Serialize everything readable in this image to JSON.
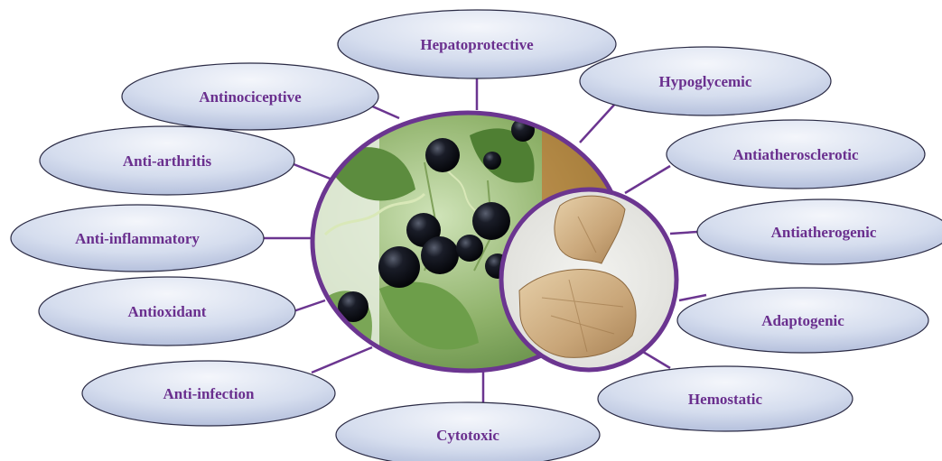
{
  "diagram": {
    "colors": {
      "accent": "#6b3590",
      "node_fill_light": "#f4f6fb",
      "node_fill_dark": "#aab6d6",
      "node_stroke": "#2a2a44",
      "label_color": "#6a2f8e"
    },
    "center_images": {
      "main": "photo of black berries on a vine with green leaves",
      "inset": "photo of dried light-brown plant slices"
    },
    "nodes": [
      {
        "id": "hepatoprotective",
        "label": "Hepatoprotective"
      },
      {
        "id": "hypoglycemic",
        "label": "Hypoglycemic"
      },
      {
        "id": "antiatherosclerotic",
        "label": "Antiatherosclerotic"
      },
      {
        "id": "antiatherogenic",
        "label": "Antiatherogenic"
      },
      {
        "id": "adaptogenic",
        "label": "Adaptogenic"
      },
      {
        "id": "hemostatic",
        "label": "Hemostatic"
      },
      {
        "id": "cytotoxic",
        "label": "Cytotoxic"
      },
      {
        "id": "anti-infection",
        "label": "Anti-infection"
      },
      {
        "id": "antioxidant",
        "label": "Antioxidant"
      },
      {
        "id": "anti-inflammatory",
        "label": "Anti-inflammatory"
      },
      {
        "id": "anti-arthritis",
        "label": "Anti-arthritis"
      },
      {
        "id": "antinociceptive",
        "label": "Antinociceptive"
      }
    ]
  }
}
